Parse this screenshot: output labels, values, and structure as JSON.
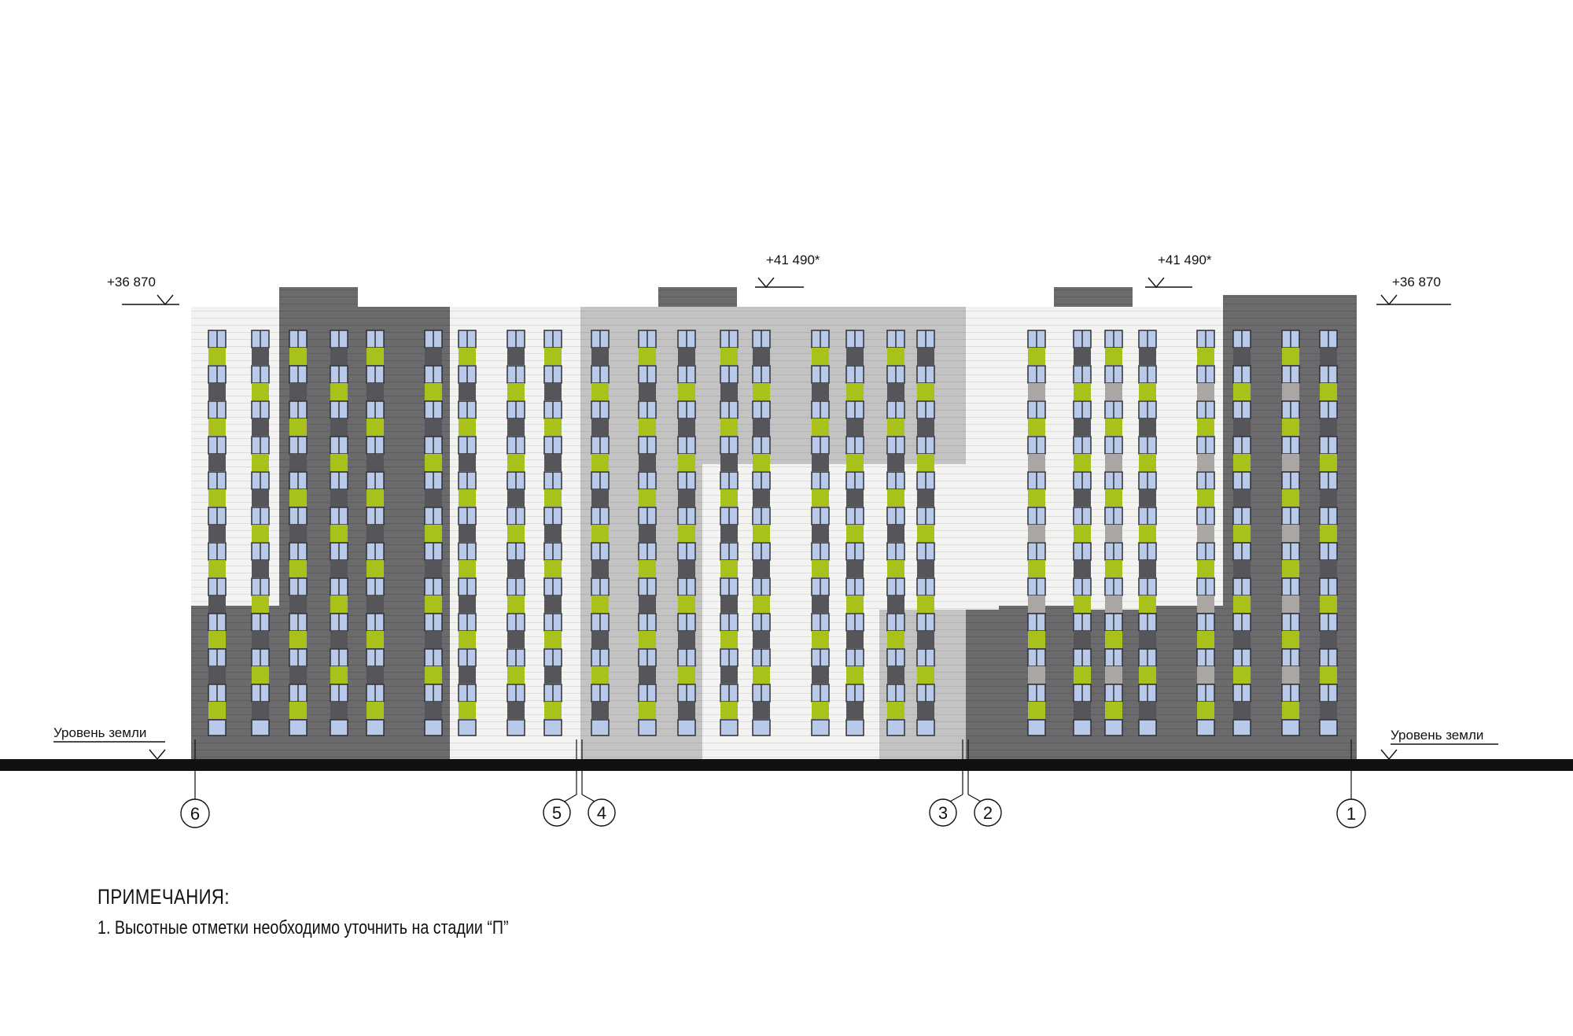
{
  "elevations": {
    "left_parapet": "+36 870",
    "center_roof": "+41 490*",
    "right_roof": "+41 490*",
    "right_parapet": "+36 870"
  },
  "ground_labels": {
    "left": "Уровень земли",
    "right": "Уровень земли"
  },
  "axes": [
    "6",
    "5",
    "4",
    "3",
    "2",
    "1"
  ],
  "notes": {
    "title": "ПРИМЕЧАНИЯ:",
    "items": [
      "1. Высотные отметки необходимо уточнить на стадии “П”"
    ]
  },
  "colors": {
    "dark_grey": "#6b6b6d",
    "mid_grey": "#c3c3c3",
    "light_panel": "#f3f3f1",
    "taupe": "#a9a6a3",
    "window_blue": "#b8c9ea",
    "lime": "#a9c21b",
    "ground": "#111111"
  }
}
